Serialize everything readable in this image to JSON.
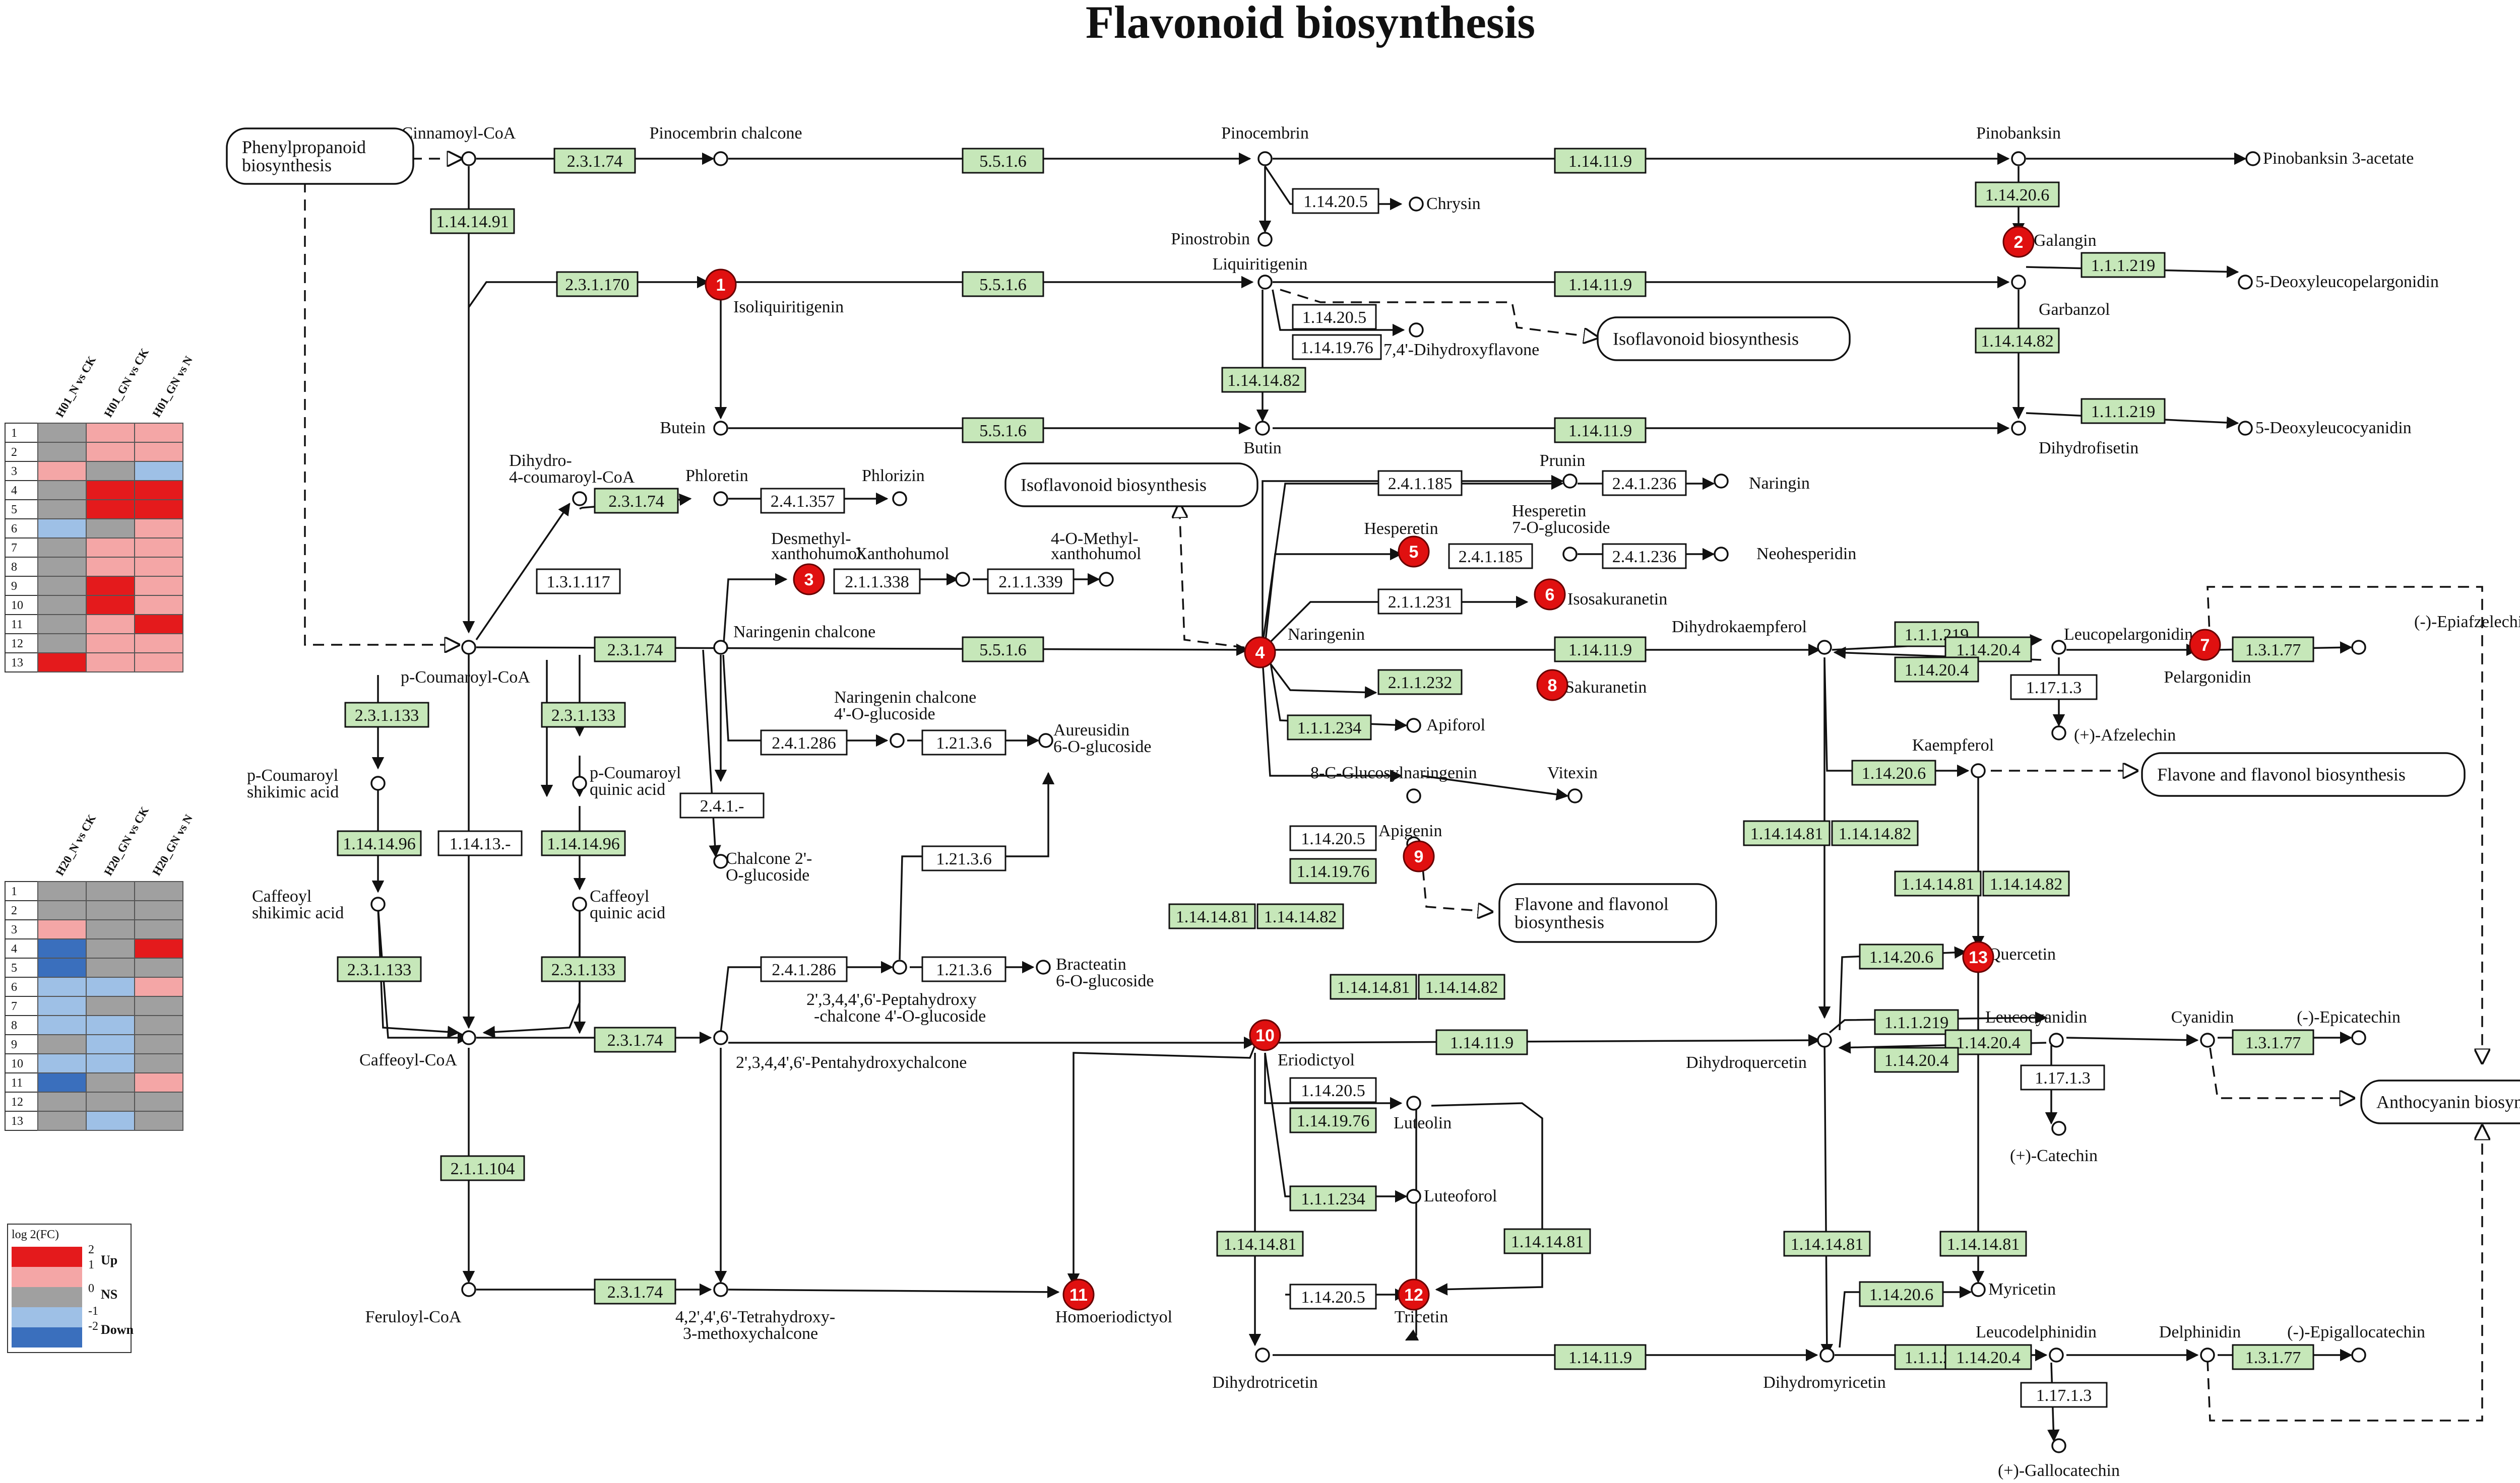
{
  "title": "Flavonoid biosynthesis",
  "colors": {
    "enzyme_fill": "#c6e7b9",
    "enzyme_plain": "#ffffff",
    "marker_fill": "#e01010",
    "up_strong": "#e41a1c",
    "up_weak": "#f4a6a6",
    "ns": "#a0a0a0",
    "down_weak": "#9ec0e6",
    "down_strong": "#3a6fbd"
  },
  "compounds": [
    "Cinnamoyl-CoA",
    "Pinocembrin chalcone",
    "Pinocembrin",
    "Pinobanksin",
    "Pinobanksin 3-acetate",
    "Chrysin",
    "Pinostrobin",
    "Galangin",
    "Liquiritigenin",
    "Isoliquiritigenin",
    "5-Deoxyleucopelargonidin",
    "Garbanzol",
    "7,4'-Dihydroxyflavone",
    "Butein",
    "Butin",
    "5-Deoxyleucocyanidin",
    "Dihydrofisetin",
    "Dihydro-",
    "4-coumaroyl-CoA",
    "Phloretin",
    "Phlorizin",
    "Prunin",
    "Naringin",
    "Hesperetin",
    "Hesperetin",
    "7-O-glucoside",
    "Neohesperidin",
    "Desmethyl-",
    "xanthohumol",
    "Xanthohumol",
    "4-O-Methyl-",
    "xanthohumol",
    "Isosakuranetin",
    "Naringenin chalcone",
    "Naringenin",
    "Dihydrokaempferol",
    "Leucopelargonidin",
    "(-)-Epiafzelechin",
    "Pelargonidin",
    "Sakuranetin",
    "Apiforol",
    "(+)-Afzelechin",
    "p-Coumaroyl-CoA",
    "Naringenin chalcone",
    "4'-O-glucoside",
    "Aureusidin",
    "6-O-glucoside",
    "p-Coumaroyl",
    "shikimic acid",
    "p-Coumaroyl",
    "quinic acid",
    "8-C-Glucosylnaringenin",
    "Vitexin",
    "Kaempferol",
    "Chalcone 2'-",
    "O-glucoside",
    "Apigenin",
    "Caffeoyl",
    "shikimic acid",
    "Caffeoyl",
    "quinic acid",
    "Quercetin",
    "Bracteatin",
    "6-O-glucoside",
    "2',3,4,4',6'-Peptahydroxy",
    "-chalcone 4'-O-glucoside",
    "Caffeoyl-CoA",
    "2',3,4,4',6'-Pentahydroxychalcone",
    "Eriodictyol",
    "Leucocyanidin",
    "Cyanidin",
    "(-)-Epicatechin",
    "Dihydroquercetin",
    "(+)-Catechin",
    "Luteolin",
    "Luteoforol",
    "Feruloyl-CoA",
    "4,2',4',6'-Tetrahydroxy-",
    "3-methoxychalcone",
    "Homoeriodictyol",
    "Tricetin",
    "Myricetin",
    "Leucodelphinidin",
    "Delphinidin",
    "(-)-Epigallocatechin",
    "Dihydrotricetin",
    "Dihydromyricetin",
    "(+)-Gallocatechin"
  ],
  "enzymes": [
    "2.3.1.74",
    "5.5.1.6",
    "1.14.11.9",
    "1.14.14.91",
    "1.14.20.5",
    "1.14.20.6",
    "2.3.1.170",
    "5.5.1.6",
    "1.14.11.9",
    "1.1.1.219",
    "1.14.20.5",
    "1.14.19.76",
    "1.14.14.82",
    "1.14.14.82",
    "5.5.1.6",
    "1.14.11.9",
    "1.1.1.219",
    "2.3.1.74",
    "2.4.1.357",
    "2.4.1.185",
    "2.4.1.236",
    "2.4.1.185",
    "2.4.1.236",
    "1.3.1.117",
    "2.1.1.338",
    "2.1.1.339",
    "2.1.1.231",
    "2.3.1.74",
    "5.5.1.6",
    "1.14.11.9",
    "1.1.1.219",
    "1.14.20.4",
    "1.3.1.77",
    "1.14.20.4",
    "2.1.1.232",
    "1.17.1.3",
    "2.3.1.133",
    "2.3.1.133",
    "2.4.1.286",
    "1.21.3.6",
    "1.1.1.234",
    "1.14.20.6",
    "2.4.1.-",
    "1.14.14.96",
    "1.14.13.-",
    "1.14.14.96",
    "1.14.20.5",
    "1.14.19.76",
    "1.21.3.6",
    "1.14.14.81",
    "1.14.14.82",
    "1.14.14.81",
    "1.14.14.82",
    "1.14.14.81",
    "1.14.14.82",
    "2.4.1.286",
    "1.21.3.6",
    "2.3.1.133",
    "2.3.1.133",
    "1.14.14.81",
    "1.14.14.82",
    "1.14.20.6",
    "2.3.1.74",
    "1.14.11.9",
    "1.1.1.219",
    "1.14.20.4",
    "1.3.1.77",
    "1.14.20.4",
    "1.14.20.5",
    "1.14.19.76",
    "1.17.1.3",
    "2.1.1.104",
    "1.1.1.234",
    "1.14.14.81",
    "1.14.14.81",
    "1.14.14.81",
    "1.14.14.81",
    "2.3.1.74",
    "1.14.20.5",
    "1.14.20.6",
    "1.14.11.9",
    "1.1.1.219",
    "1.14.20.4",
    "1.3.1.77",
    "1.17.1.3"
  ],
  "pathways": [
    "Phenylpropanoid",
    "biosynthesis",
    "Isoflavonoid biosynthesis",
    "Isoflavonoid biosynthesis",
    "Flavone and flavonol biosynthesis",
    "Flavone and flavonol",
    "biosynthesis",
    "Anthocyanin biosynthesis"
  ],
  "markers": [
    "1",
    "2",
    "3",
    "4",
    "5",
    "6",
    "7",
    "8",
    "9",
    "10",
    "11",
    "12",
    "13"
  ],
  "heatmap1": {
    "columns": [
      "H01_N vs CK",
      "H01_GN vs CK",
      "H01_GN vs N"
    ],
    "rows": [
      {
        "id": "1",
        "cells": [
          "ns",
          "up_weak",
          "up_weak"
        ]
      },
      {
        "id": "2",
        "cells": [
          "ns",
          "up_weak",
          "up_weak"
        ]
      },
      {
        "id": "3",
        "cells": [
          "up_weak",
          "ns",
          "down_weak"
        ]
      },
      {
        "id": "4",
        "cells": [
          "ns",
          "up_strong",
          "up_strong"
        ]
      },
      {
        "id": "5",
        "cells": [
          "ns",
          "up_strong",
          "up_strong"
        ]
      },
      {
        "id": "6",
        "cells": [
          "down_weak",
          "ns",
          "up_weak"
        ]
      },
      {
        "id": "7",
        "cells": [
          "ns",
          "up_weak",
          "up_weak"
        ]
      },
      {
        "id": "8",
        "cells": [
          "ns",
          "up_weak",
          "up_weak"
        ]
      },
      {
        "id": "9",
        "cells": [
          "ns",
          "up_strong",
          "up_weak"
        ]
      },
      {
        "id": "10",
        "cells": [
          "ns",
          "up_strong",
          "up_weak"
        ]
      },
      {
        "id": "11",
        "cells": [
          "ns",
          "up_weak",
          "up_strong"
        ]
      },
      {
        "id": "12",
        "cells": [
          "ns",
          "up_weak",
          "up_weak"
        ]
      },
      {
        "id": "13",
        "cells": [
          "up_strong",
          "up_weak",
          "up_weak"
        ]
      }
    ]
  },
  "heatmap2": {
    "columns": [
      "H20_N vs CK",
      "H20_GN vs CK",
      "H20_GN vs N"
    ],
    "rows": [
      {
        "id": "1",
        "cells": [
          "ns",
          "ns",
          "ns"
        ]
      },
      {
        "id": "2",
        "cells": [
          "ns",
          "ns",
          "ns"
        ]
      },
      {
        "id": "3",
        "cells": [
          "up_weak",
          "ns",
          "ns"
        ]
      },
      {
        "id": "4",
        "cells": [
          "down_strong",
          "ns",
          "up_strong"
        ]
      },
      {
        "id": "5",
        "cells": [
          "down_strong",
          "ns",
          "ns"
        ]
      },
      {
        "id": "6",
        "cells": [
          "down_weak",
          "down_weak",
          "up_weak"
        ]
      },
      {
        "id": "7",
        "cells": [
          "down_weak",
          "ns",
          "ns"
        ]
      },
      {
        "id": "8",
        "cells": [
          "down_weak",
          "down_weak",
          "ns"
        ]
      },
      {
        "id": "9",
        "cells": [
          "ns",
          "down_weak",
          "ns"
        ]
      },
      {
        "id": "10",
        "cells": [
          "down_weak",
          "down_weak",
          "ns"
        ]
      },
      {
        "id": "11",
        "cells": [
          "down_strong",
          "ns",
          "up_weak"
        ]
      },
      {
        "id": "12",
        "cells": [
          "ns",
          "ns",
          "ns"
        ]
      },
      {
        "id": "13",
        "cells": [
          "ns",
          "down_weak",
          "ns"
        ]
      }
    ]
  },
  "legend": {
    "header": "log 2(FC)",
    "ticks": [
      "2",
      "1",
      "0",
      "-1",
      "-2"
    ],
    "labels": [
      "Up",
      "NS",
      "Down"
    ]
  }
}
